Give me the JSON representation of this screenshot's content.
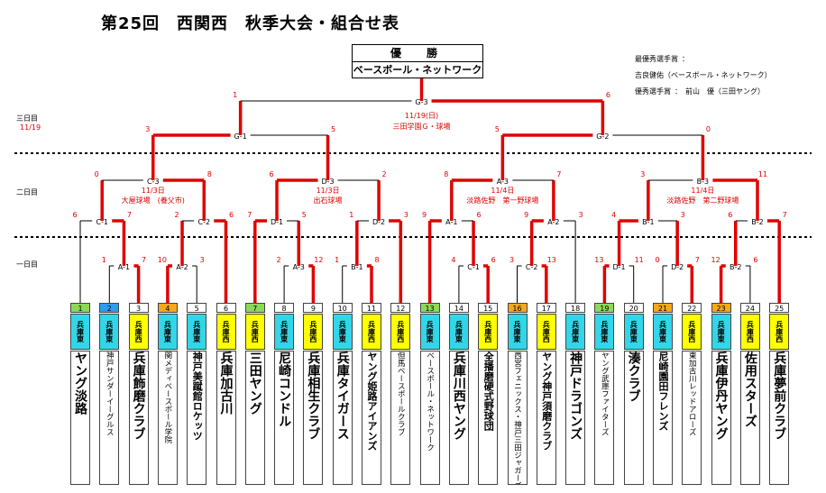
{
  "title": "第25回　西関西　秋季大会・組合せ表",
  "champion": {
    "heading": "優　勝",
    "name": "ベースボール・ネットワーク"
  },
  "awards": [
    {
      "label": "最優秀選手賞",
      "sep": "：",
      "value": "吉良健佑（ベースボール・ネットワーク）"
    },
    {
      "label": "優秀選手賞",
      "sep": "：",
      "value": "前山　優（三田ヤング）"
    }
  ],
  "days": {
    "day3": "三日目",
    "day3_date": "11/19",
    "day2": "二日目",
    "day1": "一日目"
  },
  "final": {
    "label": "G-3",
    "date": "11/19(日)",
    "venue": "三田学園Ｇ・球場",
    "left_score": "1",
    "right_score": "6"
  },
  "semis": [
    {
      "label": "G-1",
      "left_score": "3",
      "right_score": "5"
    },
    {
      "label": "G-2",
      "left_score": "5",
      "right_score": "0"
    }
  ],
  "quarters": [
    {
      "label": "C-3",
      "date": "11/3日",
      "venue": "大屋球場　(養父市)",
      "left_score": "0",
      "right_score": "8"
    },
    {
      "label": "D-3",
      "date": "11/3日",
      "venue": "出石球場",
      "left_score": "6",
      "right_score": "2"
    },
    {
      "label": "A-3",
      "date": "11/4日",
      "venue": "淡路佐野　第一野球場",
      "left_score": "8",
      "right_score": "7"
    },
    {
      "label": "B-3",
      "date": "11/4日",
      "venue": "淡路佐野　第二野球場",
      "left_score": "3",
      "right_score": "11"
    }
  ],
  "round2": [
    {
      "label": "C-1",
      "left_score": "6",
      "right_score": "7"
    },
    {
      "label": "C-2",
      "left_score": "2",
      "right_score": "6"
    },
    {
      "label": "D-1",
      "left_score": "7",
      "right_score": "5"
    },
    {
      "label": "D-2",
      "left_score": "1",
      "right_score": "3"
    },
    {
      "label": "A-1",
      "left_score": "9",
      "right_score": "6"
    },
    {
      "label": "A-2",
      "left_score": "9",
      "right_score": "3"
    },
    {
      "label": "B-1",
      "left_score": "4",
      "right_score": "3"
    },
    {
      "label": "B-2",
      "left_score": "6",
      "right_score": "7"
    }
  ],
  "round1": [
    {
      "label": "A-1",
      "left_score": "1",
      "right_score": "7"
    },
    {
      "label": "A-2",
      "left_score": "10",
      "right_score": "3"
    },
    {
      "label": "A-3",
      "left_score": "2",
      "right_score": "12"
    },
    {
      "label": "B-1",
      "left_score": "1",
      "right_score": "8"
    },
    {
      "label": "C-1",
      "left_score": "4",
      "right_score": "6"
    },
    {
      "label": "C-2",
      "left_score": "3",
      "right_score": "13"
    },
    {
      "label": "D-1",
      "left_score": "13",
      "right_score": "11"
    },
    {
      "label": "D-2",
      "left_score": "0",
      "right_score": "7"
    },
    {
      "label": "B-2",
      "left_score": "12",
      "right_score": "6"
    }
  ],
  "teams": [
    {
      "num": "1",
      "region": "兵庫東",
      "name": "ヤング淡路"
    },
    {
      "num": "2",
      "region": "兵庫東",
      "name": "神戸サンダーイーグルス"
    },
    {
      "num": "3",
      "region": "兵庫西",
      "name": "兵庫飾磨クラブ"
    },
    {
      "num": "4",
      "region": "兵庫東",
      "name": "関メディベースボール学院"
    },
    {
      "num": "5",
      "region": "兵庫東",
      "name": "神戸美蹴館ロケッツ"
    },
    {
      "num": "6",
      "region": "兵庫西",
      "name": "兵庫加古川"
    },
    {
      "num": "7",
      "region": "兵庫西",
      "name": "三田ヤング"
    },
    {
      "num": "8",
      "region": "兵庫東",
      "name": "尼崎コンドル"
    },
    {
      "num": "9",
      "region": "兵庫西",
      "name": "兵庫相生クラブ"
    },
    {
      "num": "10",
      "region": "兵庫東",
      "name": "兵庫タイガース"
    },
    {
      "num": "11",
      "region": "兵庫西",
      "name": "ヤング姫路アイアンズ"
    },
    {
      "num": "12",
      "region": "兵庫西",
      "name": "但馬ベースボールクラブ"
    },
    {
      "num": "13",
      "region": "兵庫東",
      "name": "ベースボール・ネットワーク"
    },
    {
      "num": "14",
      "region": "兵庫東",
      "name": "兵庫川西ヤング"
    },
    {
      "num": "15",
      "region": "兵庫西",
      "name": "全播磨硬式野球団"
    },
    {
      "num": "16",
      "region": "兵庫東",
      "name": "西宮フェニックス・神戸三田ジャガーズ連合"
    },
    {
      "num": "17",
      "region": "兵庫西",
      "name": "ヤング神戸須磨クラブ"
    },
    {
      "num": "18",
      "region": "兵庫東",
      "name": "神戸ドラゴンズ"
    },
    {
      "num": "19",
      "region": "兵庫東",
      "name": "ヤング武庫ファイターズ"
    },
    {
      "num": "20",
      "region": "兵庫東",
      "name": "湊クラブ"
    },
    {
      "num": "21",
      "region": "兵庫東",
      "name": "尼崎園田フレンズ"
    },
    {
      "num": "22",
      "region": "兵庫西",
      "name": "東加古川レッドアローズ"
    },
    {
      "num": "23",
      "region": "兵庫東",
      "name": "兵庫伊丹ヤング"
    },
    {
      "num": "24",
      "region": "兵庫西",
      "name": "佐用スターズ"
    },
    {
      "num": "25",
      "region": "兵庫西",
      "name": "兵庫夢前クラブ"
    }
  ],
  "colors": {
    "winner_line": "#e00000",
    "east": "#33d6e8",
    "west": "#ffff00",
    "seed_green": "#8cd95a",
    "seed_blue": "#2e9df0",
    "seed_orange": "#f5a81c"
  }
}
